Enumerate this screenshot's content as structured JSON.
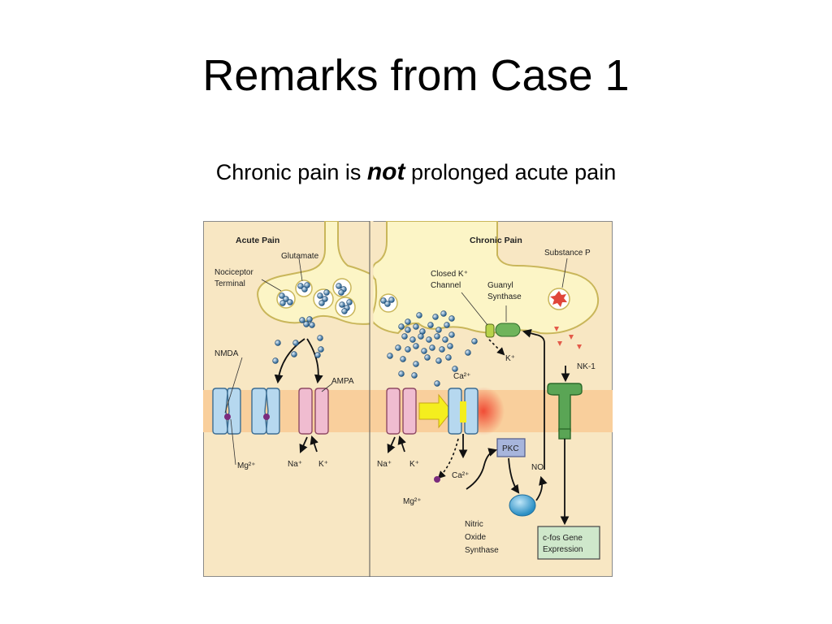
{
  "slide": {
    "title": "Remarks from Case 1",
    "subtitle_before": "Chronic pain is ",
    "subtitle_emph": "not",
    "subtitle_after": " prolonged acute pain"
  },
  "diagram": {
    "panels": {
      "left": "Acute Pain",
      "right": "Chronic Pain"
    },
    "labels": {
      "glutamate": "Glutamate",
      "nociceptor_1": "Nociceptor",
      "nociceptor_2": "Terminal",
      "nmda": "NMDA",
      "ampa": "AMPA",
      "mg_left": "Mg²⁺",
      "na_left": "Na⁺",
      "k_left": "K⁺",
      "closed_k_1": "Closed K⁺",
      "closed_k_2": "Channel",
      "guanyl_1": "Guanyl",
      "guanyl_2": "Synthase",
      "k_right_top": "K⁺",
      "substance_p": "Substance P",
      "nk1": "NK-1",
      "ca_top": "Ca²⁺",
      "na_right": "Na⁺",
      "k_right": "K⁺",
      "ca_bottom": "Ca²⁺",
      "mg_right": "Mg²⁺",
      "pkc": "PKC",
      "no": "NO",
      "nos_1": "Nitric",
      "nos_2": "Oxide",
      "nos_3": "Synthase",
      "cfos_1": "c-fos Gene",
      "cfos_2": "Expression"
    }
  },
  "colors": {
    "background": "#f8e7c3",
    "membrane": "#f9cf9c",
    "terminal": "#fcf5c6",
    "terminal_outline": "#c9b65a",
    "nmda": "#b6d8ef",
    "ampa": "#f0bcd0",
    "nk1": "#5aa555",
    "pkc": "#a7b5dc",
    "cfos": "#cfe8cb",
    "arrow_highlight": "#f4ee1e"
  }
}
